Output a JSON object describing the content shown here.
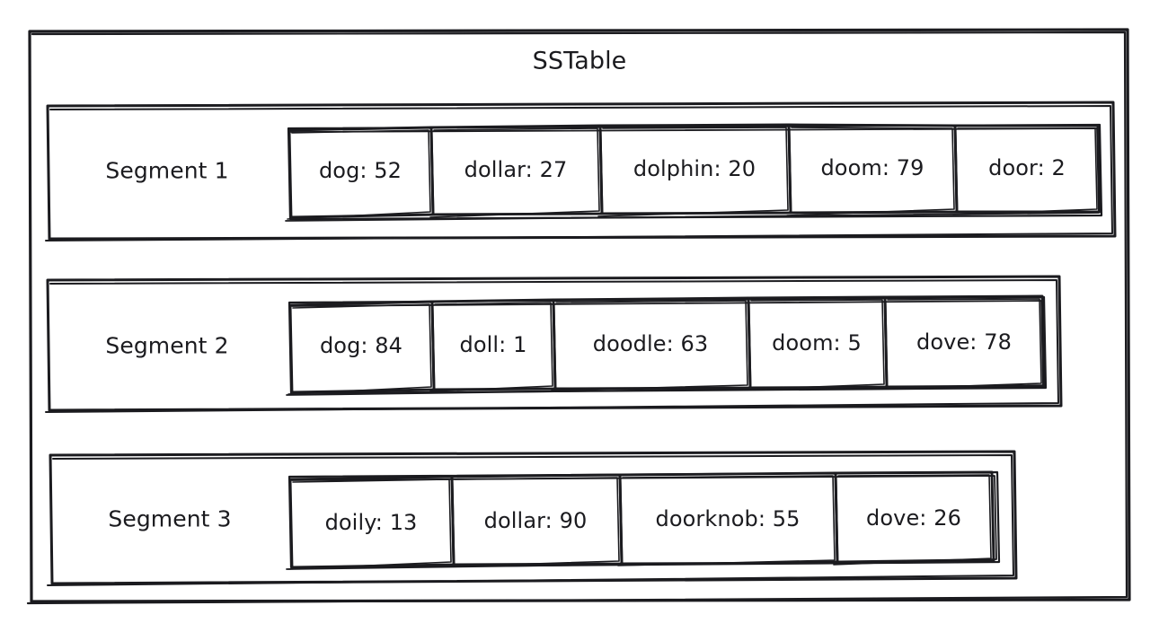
{
  "diagram": {
    "title": "SSTable",
    "style": "hand-drawn sketch",
    "stroke_color": "#1b1b1f",
    "background_color": "#ffffff"
  },
  "segments": [
    {
      "label": "Segment 1",
      "entries": [
        {
          "key": "dog",
          "value": 52,
          "text": "dog: 52"
        },
        {
          "key": "dollar",
          "value": 27,
          "text": "dollar: 27"
        },
        {
          "key": "dolphin",
          "value": 20,
          "text": "dolphin: 20"
        },
        {
          "key": "doom",
          "value": 79,
          "text": "doom: 79"
        },
        {
          "key": "door",
          "value": 2,
          "text": "door: 2"
        }
      ]
    },
    {
      "label": "Segment 2",
      "entries": [
        {
          "key": "dog",
          "value": 84,
          "text": "dog: 84"
        },
        {
          "key": "doll",
          "value": 1,
          "text": "doll: 1"
        },
        {
          "key": "doodle",
          "value": 63,
          "text": "doodle: 63"
        },
        {
          "key": "doom",
          "value": 5,
          "text": "doom: 5"
        },
        {
          "key": "dove",
          "value": 78,
          "text": "dove: 78"
        }
      ]
    },
    {
      "label": "Segment 3",
      "entries": [
        {
          "key": "doily",
          "value": 13,
          "text": "doily: 13"
        },
        {
          "key": "dollar",
          "value": 90,
          "text": "dollar: 90"
        },
        {
          "key": "doorknob",
          "value": 55,
          "text": "doorknob: 55"
        },
        {
          "key": "dove",
          "value": 26,
          "text": "dove: 26"
        }
      ]
    }
  ]
}
